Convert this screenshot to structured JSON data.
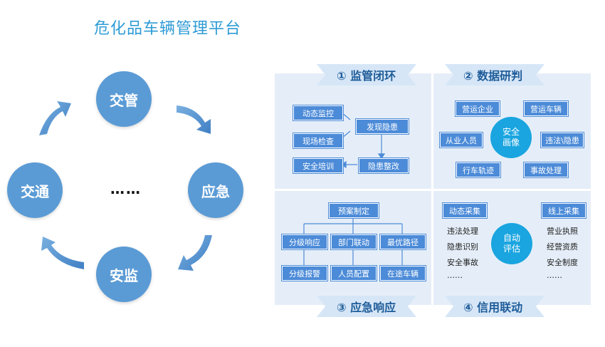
{
  "title": "危化品车辆管理平台",
  "cycle": {
    "top": "交管",
    "right": "应急",
    "bottom": "安监",
    "left": "交通",
    "dots": "……"
  },
  "quadrants": {
    "q1": {
      "title": "① 监管闭环",
      "boxes": [
        "动态监控",
        "现场检查",
        "发现隐患",
        "安全培训",
        "隐患整改"
      ]
    },
    "q2": {
      "title": "② 数据研判",
      "center": [
        "安全",
        "画像"
      ],
      "boxes": [
        "营运企业",
        "营运车辆",
        "从业人员",
        "违法\\隐患",
        "行车轨迹",
        "事故处理"
      ]
    },
    "q3": {
      "title": "③ 应急响应",
      "top": "预案制定",
      "mid": [
        "分级响应",
        "部门联动",
        "最优路径"
      ],
      "bottom": [
        "分级报警",
        "人员配置",
        "在途车辆"
      ]
    },
    "q4": {
      "title": "④ 信用联动",
      "left_header": "动态采集",
      "right_header": "线上采集",
      "center": [
        "自动",
        "评估"
      ],
      "left_items": [
        "违法处理",
        "隐患识别",
        "安全事故",
        "……"
      ],
      "right_items": [
        "营业执照",
        "经营资质",
        "安全制度",
        "……"
      ]
    }
  },
  "colors": {
    "accent": "#2e9bd6",
    "node": "#5b9bd5",
    "box": "#4c8bd8",
    "panel": "#e5eef8",
    "highlight": "#1aa5e0"
  }
}
